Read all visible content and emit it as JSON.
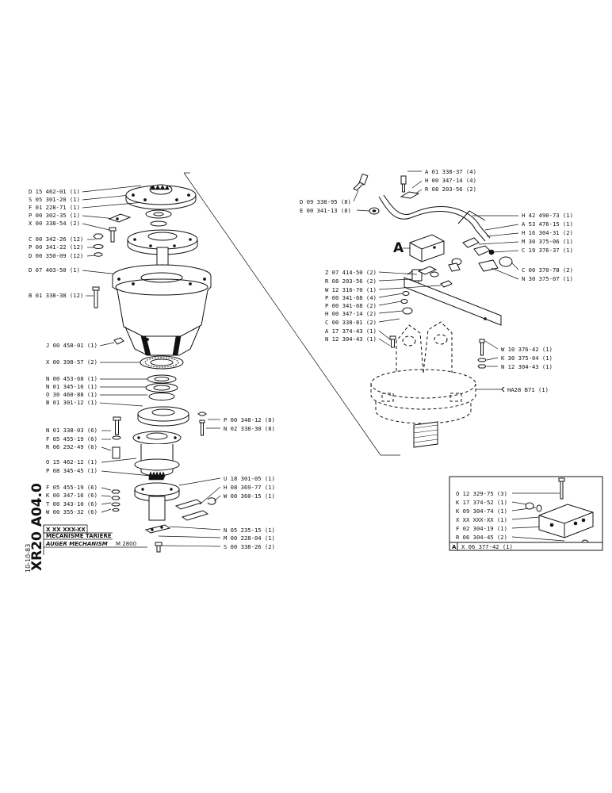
{
  "document": {
    "sheet_code": "XR20  A04.0",
    "date": "10-10-83",
    "part_number": "X XX XXX-XX",
    "title_fr": "MECANISME TARIERE",
    "title_en": "AUGER MECHANISM",
    "model": "M 2800"
  },
  "left_labels": [
    "D 15 462-01 (1)",
    "S 05 301-20 (1)",
    "F 01 228-71 (1)",
    "P 00 302-35 (1)",
    "X 00 338-54 (2)",
    "C 00 342-26 (12)",
    "P 00 341-22 (12)",
    "D 00 350-09 (12)",
    "D 07 403-50 (1)",
    "B 01 338-38 (12)",
    "J 00 458-01 (1)",
    "X 00 398-57 (2)",
    "N 00 453-68 (1)",
    "N 01 345-16 (1)",
    "O 30 460-88 (1)",
    "B 01 301-12 (1)",
    "N 01 338-03 (6)",
    "F 05 455-19 (6)",
    "R 06 292-49 (6)",
    "O 15 462-12 (1)",
    "P 08 345-45 (1)",
    "F 05 455-19 (6)",
    "K 00 347-16 (6)",
    "T 00 343-10 (6)",
    "W 00 355-32 (6)"
  ],
  "center_labels": [
    "P 00 348-12 (8)",
    "N 02 338-30 (8)",
    "U 18 301-05 (1)",
    "H 08 369-77 (1)",
    "W 00 360-15 (1)",
    "N 05 235-15 (1)",
    "M 00 228-04 (1)",
    "S 00 338-26 (2)"
  ],
  "right_top_labels": [
    "A 01 338-37 (4)",
    "H 00 347-14 (4)",
    "R 08 203-56 (2)",
    "D 09 338-95 (8)",
    "E 00 341-13 (8)"
  ],
  "right_side_labels": [
    "H 42 490-73 (1)",
    "A 53 476-15 (1)",
    "H 16 304-31 (2)",
    "M 30 375-06 (1)",
    "C 19 376-37 (1)",
    "C 00 370-78 (2)",
    "N 30 375-07 (1)"
  ],
  "middle_labels": [
    "Z 07 414-50 (2)",
    "R 08 203-56 (2)",
    "W 12 316-70 (1)",
    "P 00 341-68 (4)",
    "P 00 341-68 (2)",
    "H 00 347-14 (2)",
    "C 00 338-81 (2)",
    "A 17 374-43 (1)",
    "N 12 304-43 (1)"
  ],
  "lower_right_labels": [
    "W 10 376-42 (1)",
    "K 30 375-04 (1)",
    "N 12 304-43 (1)",
    "HA28  B71 (1)"
  ],
  "callout_A": "A",
  "inset": {
    "labels": [
      "O 12 329-75 (3)",
      "K 17 374-52 (1)",
      "K 09 304-74 (1)",
      "X XX XXX-XX (1)",
      "F 02 304-19 (1)",
      "R 06 304-45 (2)"
    ],
    "ref_letter": "A",
    "ref_part": "X 06 377-42 (1)"
  }
}
